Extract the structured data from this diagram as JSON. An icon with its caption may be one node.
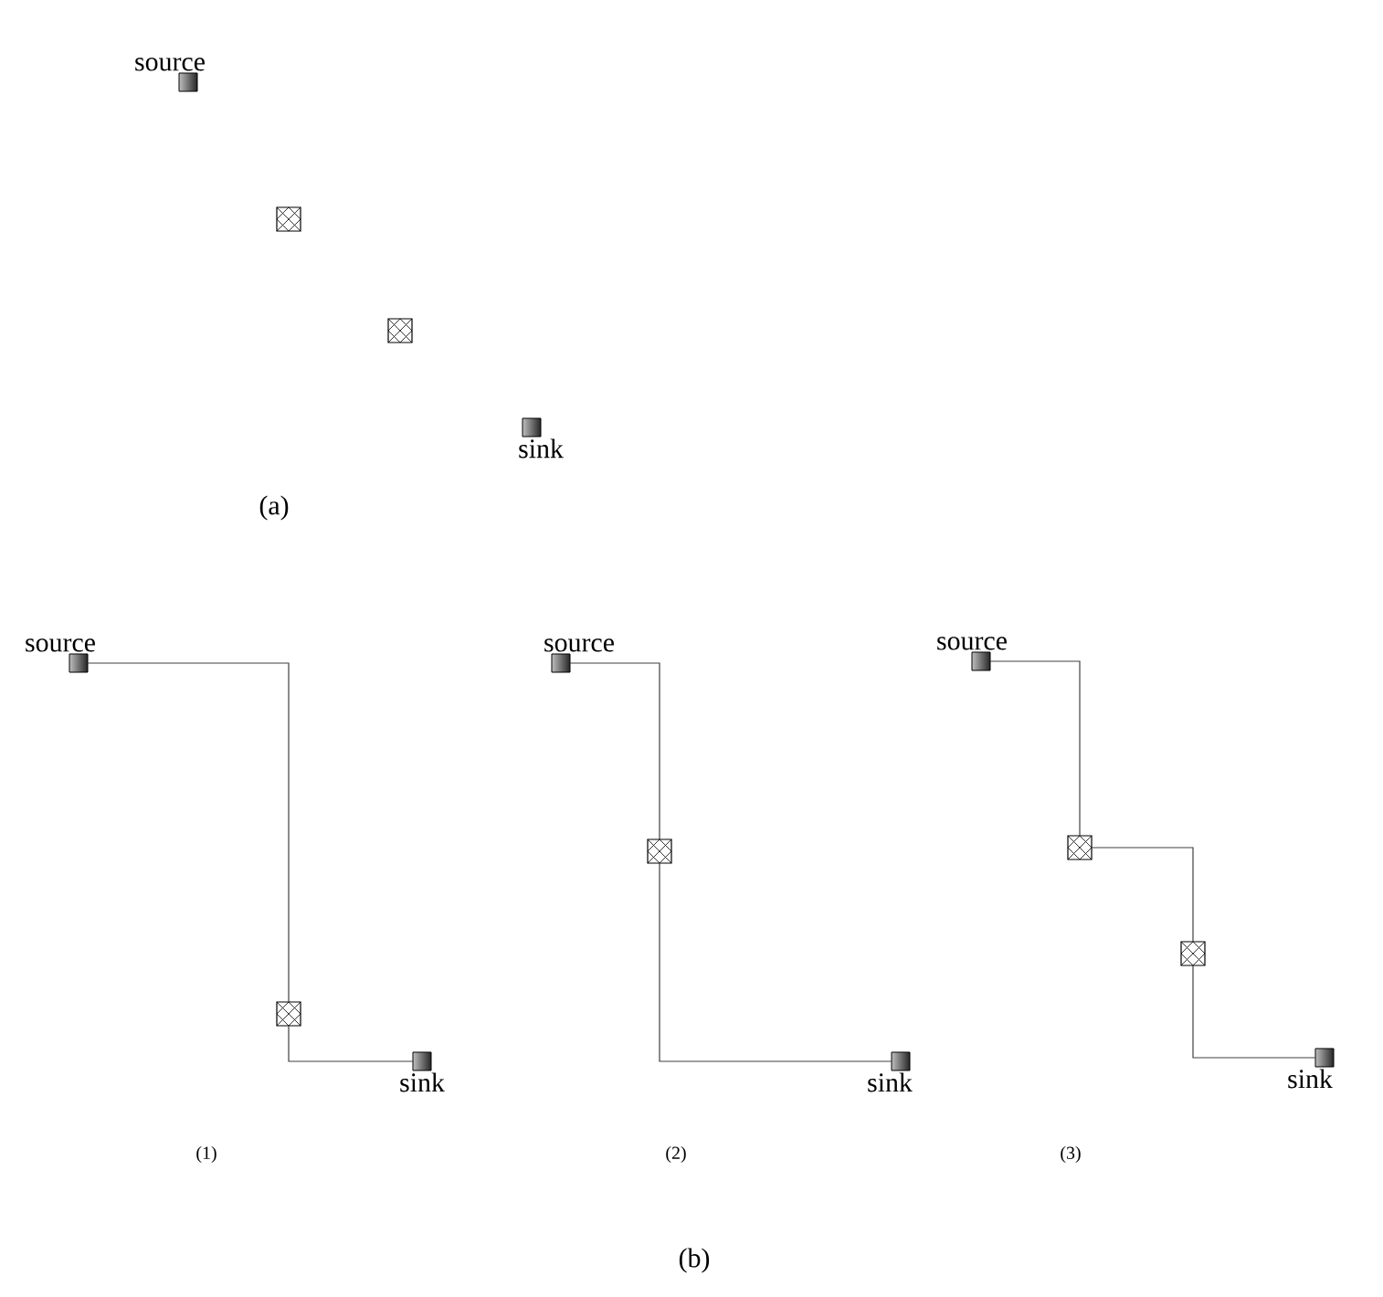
{
  "diagram": {
    "nodes": [
      {
        "text": [
          "source"
        ]
      },
      {
        "text": [],
        "shape": "box"
      },
      {
        "text": [],
        "shape": "box"
      },
      {
        "text": [
          "sink"
        ]
      },
      {
        "text": [
          "source"
        ]
      },
      {
        "text": [],
        "shape": "box"
      },
      {
        "text": [
          "sink"
        ]
      },
      {
        "text": [
          "source"
        ]
      },
      {
        "text": [],
        "shape": "box"
      },
      {
        "text": [
          "sink"
        ]
      },
      {
        "text": [
          "source"
        ]
      },
      {
        "text": [],
        "shape": "box"
      },
      {
        "text": [],
        "shape": "box"
      },
      {
        "text": [
          "sink"
        ]
      }
    ],
    "edges": [
      {
        "from": 4,
        "to": 5,
        "arrow": "none"
      },
      {
        "from": 5,
        "to": 6,
        "arrow": "none"
      },
      {
        "from": 7,
        "to": 8,
        "arrow": "none"
      },
      {
        "from": 8,
        "to": 9,
        "arrow": "none"
      },
      {
        "from": 10,
        "to": 11,
        "arrow": "none"
      },
      {
        "from": 11,
        "to": 12,
        "arrow": "none"
      },
      {
        "from": 12,
        "to": 13,
        "arrow": "none"
      }
    ],
    "labels": [
      "(a)",
      "(1)",
      "(2)",
      "(3)",
      "(b)"
    ]
  }
}
